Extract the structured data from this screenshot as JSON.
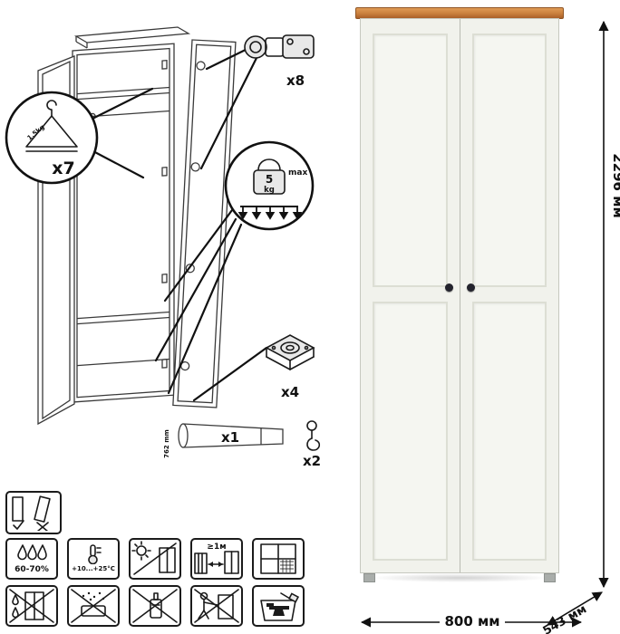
{
  "parts": {
    "hanger": {
      "qty": "x7",
      "capacity": "1.5kg"
    },
    "hinge": {
      "qty": "x8"
    },
    "load": {
      "value": "5",
      "unit": "kg",
      "note": "max"
    },
    "foot": {
      "qty": "x4"
    },
    "rod": {
      "qty": "x1",
      "length": "762 mm"
    },
    "hook": {
      "qty": "x2"
    }
  },
  "care": {
    "humidity": "60-70%",
    "temperature": "+10...+25°С",
    "distance": "≥1м"
  },
  "dimensions": {
    "height": "2296 мм",
    "width": "800 мм",
    "depth": "543 мм"
  },
  "colors": {
    "line": "#222222",
    "wood_top": "#c9803d",
    "body": "#f1f2ec",
    "knob": "#23232d"
  }
}
